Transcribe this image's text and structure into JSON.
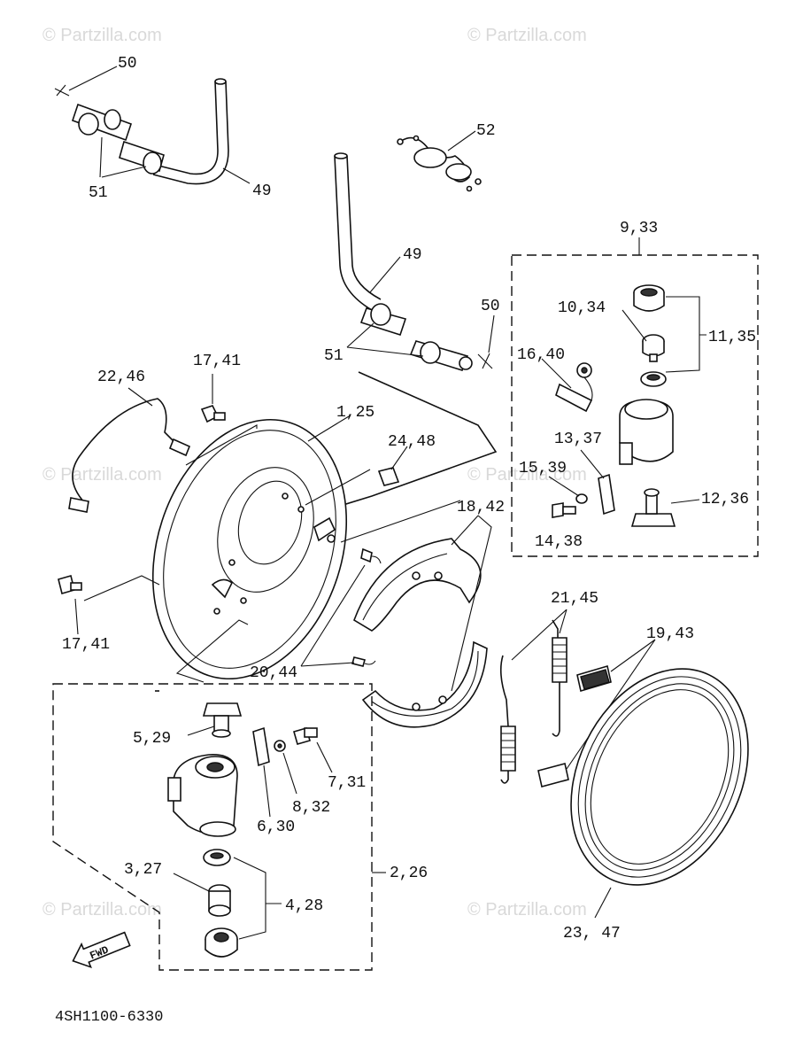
{
  "watermarks": [
    "© Partzilla.com",
    "© Partzilla.com",
    "© Partzilla.com",
    "© Partzilla.com",
    "© Partzilla.com",
    "© Partzilla.com"
  ],
  "callouts": {
    "c50a": "50",
    "c51a": "51",
    "c49a": "49",
    "c52": "52",
    "c49b": "49",
    "c50b": "50",
    "c51b": "51",
    "c9_33": "9,33",
    "c10_34": "10,34",
    "c11_35": "11,35",
    "c16_40": "16,40",
    "c13_37": "13,37",
    "c15_39": "15,39",
    "c12_36": "12,36",
    "c14_38": "14,38",
    "c22_46": "22,46",
    "c17_41a": "17,41",
    "c1_25": "1,25",
    "c24_48": "24,48",
    "c18_42": "18,42",
    "c17_41b": "17,41",
    "c20_44": "20,44",
    "c21_45": "21,45",
    "c19_43": "19,43",
    "c5_29": "5,29",
    "c7_31": "7,31",
    "c8_32": "8,32",
    "c6_30": "6,30",
    "c2_26": "2,26",
    "c3_27": "3,27",
    "c4_28": "4,28",
    "c23_47": "23, 47"
  },
  "fwd_label": "FWD",
  "diagram_code": "4SH1100-6330",
  "icons": {
    "fwd": "fwd-arrow-icon"
  }
}
